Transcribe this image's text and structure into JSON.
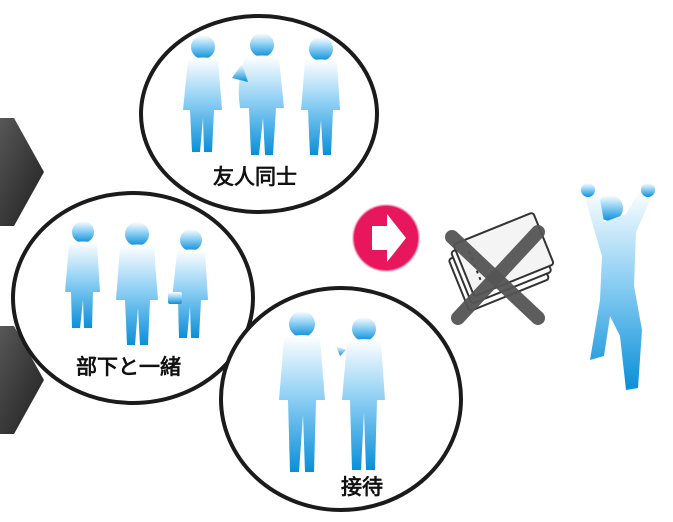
{
  "groups": {
    "friends": {
      "label": "友人同士"
    },
    "subordinates": {
      "label": "部下と一緒"
    },
    "hospitality": {
      "label": "接待"
    }
  },
  "colors": {
    "circle_stroke": "#1b1b1b",
    "silhouette_top": "#ffffff",
    "silhouette_bottom": "#0a8fd8",
    "arrow_button": "#e8175d",
    "left_chevron": "#3a3a3a",
    "cross": "#555555"
  },
  "icons": {
    "arrow": "arrow-right-circle-icon",
    "tickets": "tickets-crossed-icon",
    "cheering_person": "cheering-person-icon",
    "chevrons": "chevron-right-icon"
  }
}
